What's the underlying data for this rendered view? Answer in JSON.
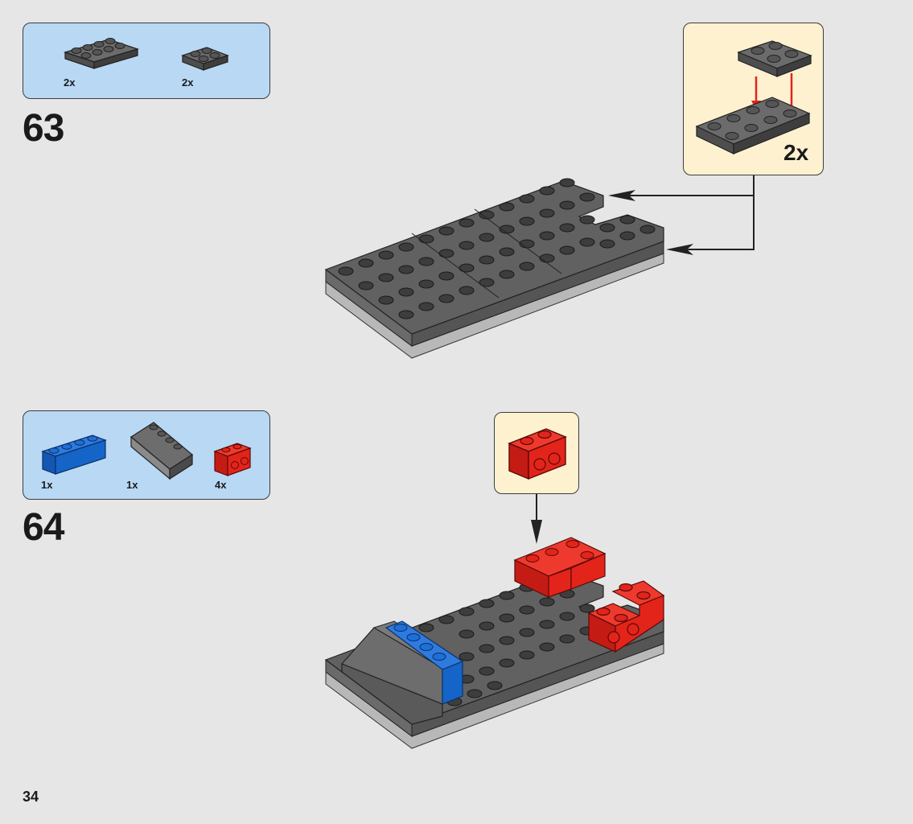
{
  "page_number": "34",
  "steps": [
    {
      "number": "63",
      "parts": [
        {
          "qty": "2x",
          "part": "plate-2x4-dark-gray"
        },
        {
          "qty": "2x",
          "part": "plate-2x2-dark-gray"
        }
      ],
      "callout": {
        "qty": "2x"
      }
    },
    {
      "number": "64",
      "parts": [
        {
          "qty": "1x",
          "part": "brick-1x4-blue"
        },
        {
          "qty": "1x",
          "part": "slope-2x4-dark-gray"
        },
        {
          "qty": "4x",
          "part": "brick-1x2-red-with-studs-on-side"
        }
      ]
    }
  ],
  "colors": {
    "background": "#e6e6e6",
    "parts_box": "#b9d8f4",
    "callout_box": "#fdf1d0",
    "dark_gray": "#5b5b5b",
    "red": "#e3241b",
    "blue": "#1565c8",
    "arrow_red": "#e3241b"
  }
}
